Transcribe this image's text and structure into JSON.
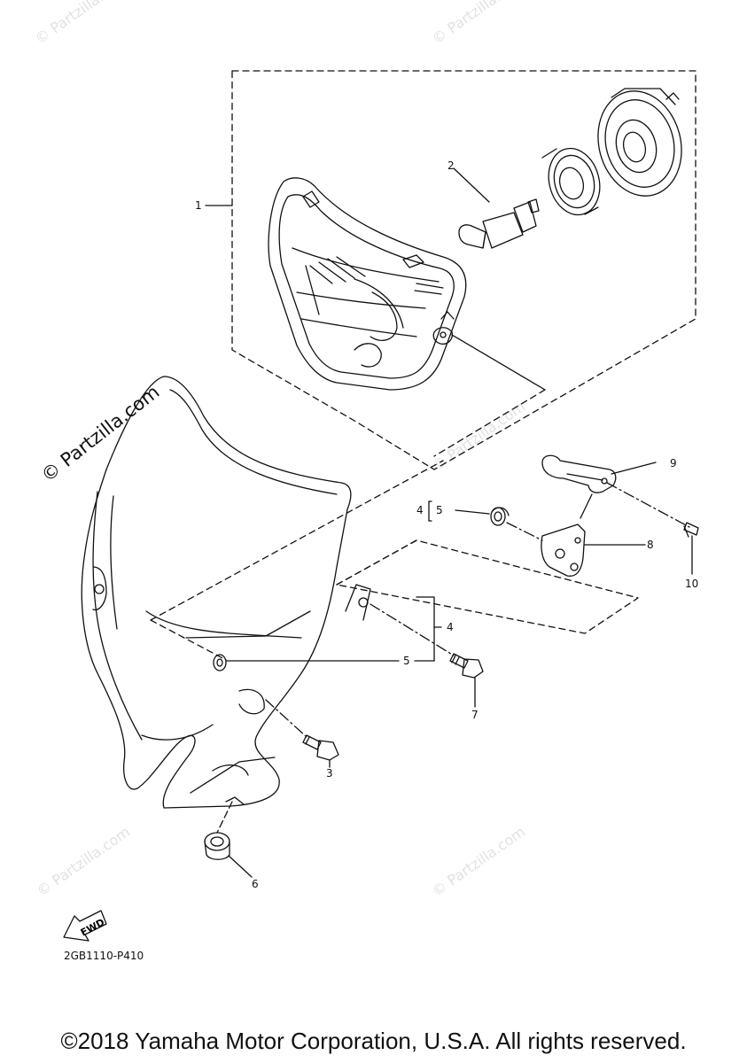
{
  "watermark": {
    "text": "© Partzilla.com",
    "color": "#e2e2e2",
    "main_color": "#111111"
  },
  "diagram": {
    "code": "2GB1110-P410",
    "fwd_label": "FWD",
    "callouts": {
      "c1": "1",
      "c2": "2",
      "c3": "3",
      "c4a": "4",
      "c4b": "4",
      "c5a": "5",
      "c5b": "5",
      "c6": "6",
      "c7": "7",
      "c8": "8",
      "c9": "9",
      "c10": "10"
    }
  },
  "footer": {
    "copyright": "©2018 Yamaha Motor Corporation, U.S.A. All rights reserved."
  }
}
